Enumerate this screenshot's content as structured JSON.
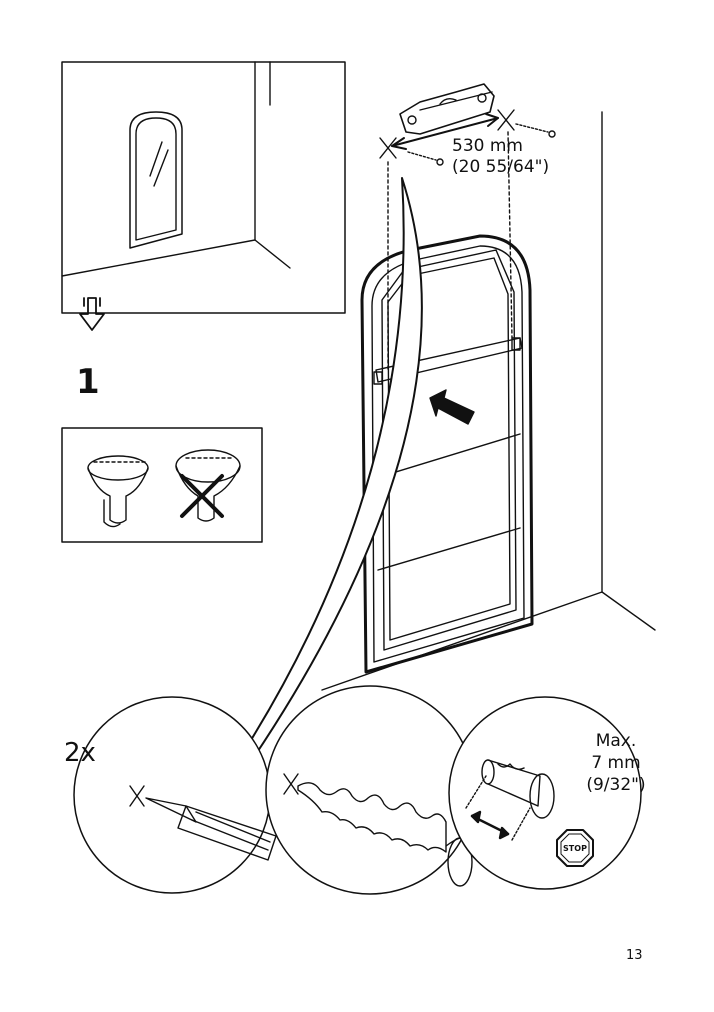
{
  "dimension": {
    "metric": "530 mm",
    "imperial": "(20 55/64\")"
  },
  "step_number": "1",
  "quantity": "2x",
  "max_depth": {
    "label": "Max.",
    "metric": "7 mm",
    "imperial": "(9/32\")"
  },
  "stop_sign_text": "STOP",
  "page_number": "13",
  "icons": [
    "arrow-down-icon",
    "screw-head-correct-icon",
    "screw-head-wrong-icon",
    "cross-icon",
    "pencil-icon",
    "screw-icon",
    "double-arrow-icon",
    "stop-sign-icon",
    "spirit-level-icon"
  ]
}
